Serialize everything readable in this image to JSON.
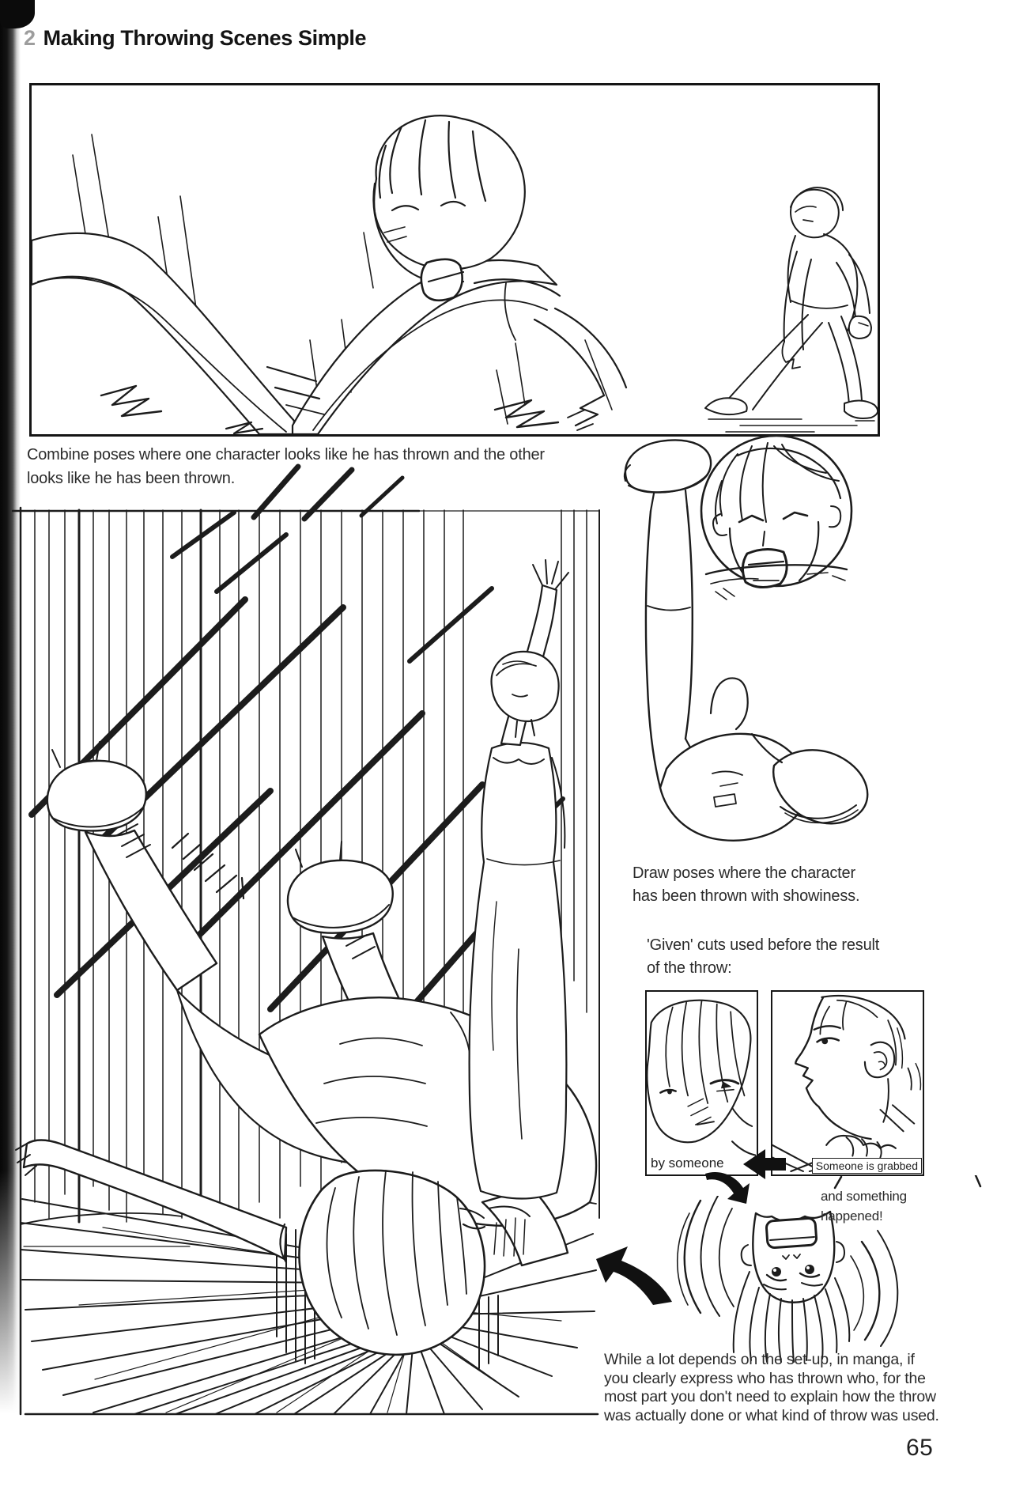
{
  "page": {
    "chapter_number": "2",
    "title": "Making Throwing Scenes Simple",
    "page_number": "65"
  },
  "captions": {
    "combine_lines": [
      "Combine poses where one character looks like he has thrown and the other",
      "looks like he has been thrown."
    ],
    "draw_poses_lines": [
      "Draw poses where the character",
      "has been thrown with showiness."
    ],
    "given_cuts_lines": [
      "'Given' cuts used before the result",
      "of the throw:"
    ],
    "result_lines": [
      "and something",
      "happened!"
    ],
    "closing_lines": [
      "While a lot depends on the set-up, in manga, if",
      "you clearly express who has thrown who, for the",
      "most part you don't need to explain how the throw",
      "was actually done or what kind of throw was used."
    ]
  },
  "cut_panels": {
    "left_label": "by someone",
    "right_label": "Someone is grabbed"
  },
  "colors": {
    "ink": "#1c1c1c",
    "paper": "#ffffff",
    "binding_shadow": "#070707"
  }
}
